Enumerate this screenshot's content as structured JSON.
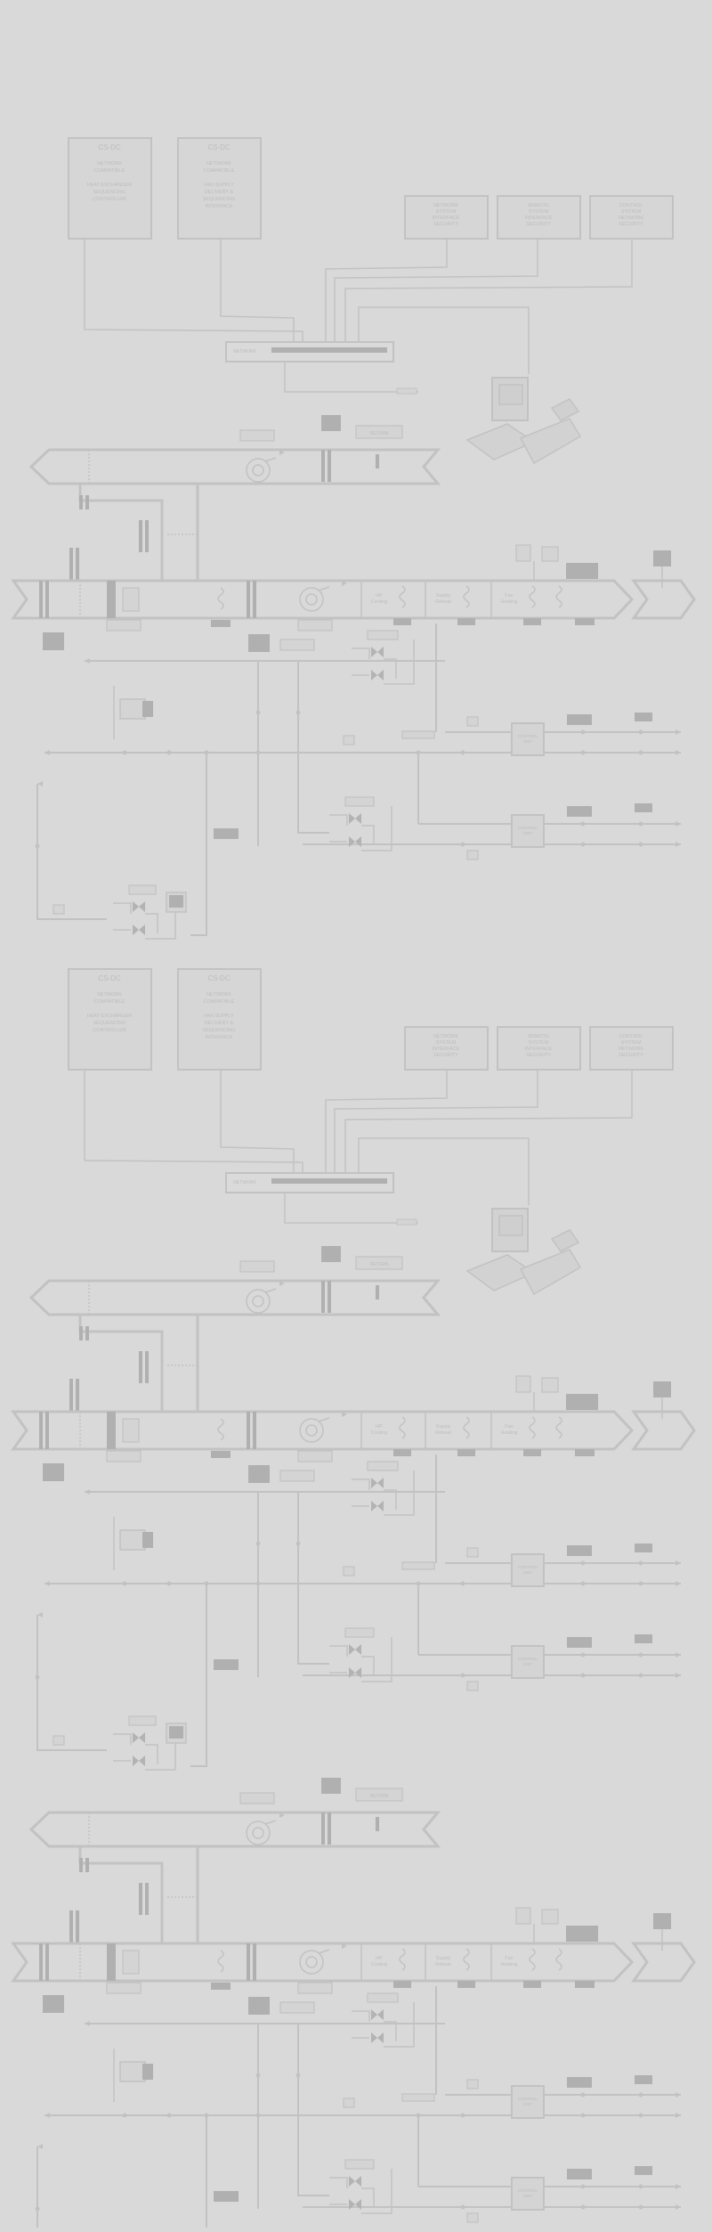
{
  "colors": {
    "background": "#d9d9d9",
    "line": "#c2c2c2",
    "line_dark": "#b3b3b3",
    "box_fill": "#d6d6d6",
    "dark_block": "#b0b0b0",
    "text": "#bdbdbd"
  },
  "controllers": [
    {
      "title": "CS-DC",
      "lines": [
        "NETWORK",
        "COMPATIBLE",
        "",
        "HEAT EXCHANGER",
        "SEQUENCING",
        "CONTROLLER"
      ]
    },
    {
      "title": "CS-DC",
      "lines": [
        "NETWORK",
        "COMPATIBLE",
        "",
        "FAN SUPPLY",
        "DELIVERY &",
        "SEQUENCING",
        "INTERFACE"
      ]
    }
  ],
  "peer_boxes": [
    {
      "lines": [
        "NETWORK",
        "SYSTEM",
        "INTERFACE",
        "SECURITY"
      ]
    },
    {
      "lines": [
        "REMOTE",
        "SYSTEM",
        "INTERFACE",
        "SECURITY"
      ]
    },
    {
      "lines": [
        "CONTROL",
        "SYSTEM",
        "NETWORK",
        "SECURITY"
      ]
    }
  ],
  "hub_label": "NETWORK",
  "return_duct_tag": "RETURN",
  "zone_labels": [
    "HP\nCooling",
    "Supply\nReheat",
    "Fan\nHeating"
  ],
  "unit_box_label": "CONTROL\nUNIT"
}
